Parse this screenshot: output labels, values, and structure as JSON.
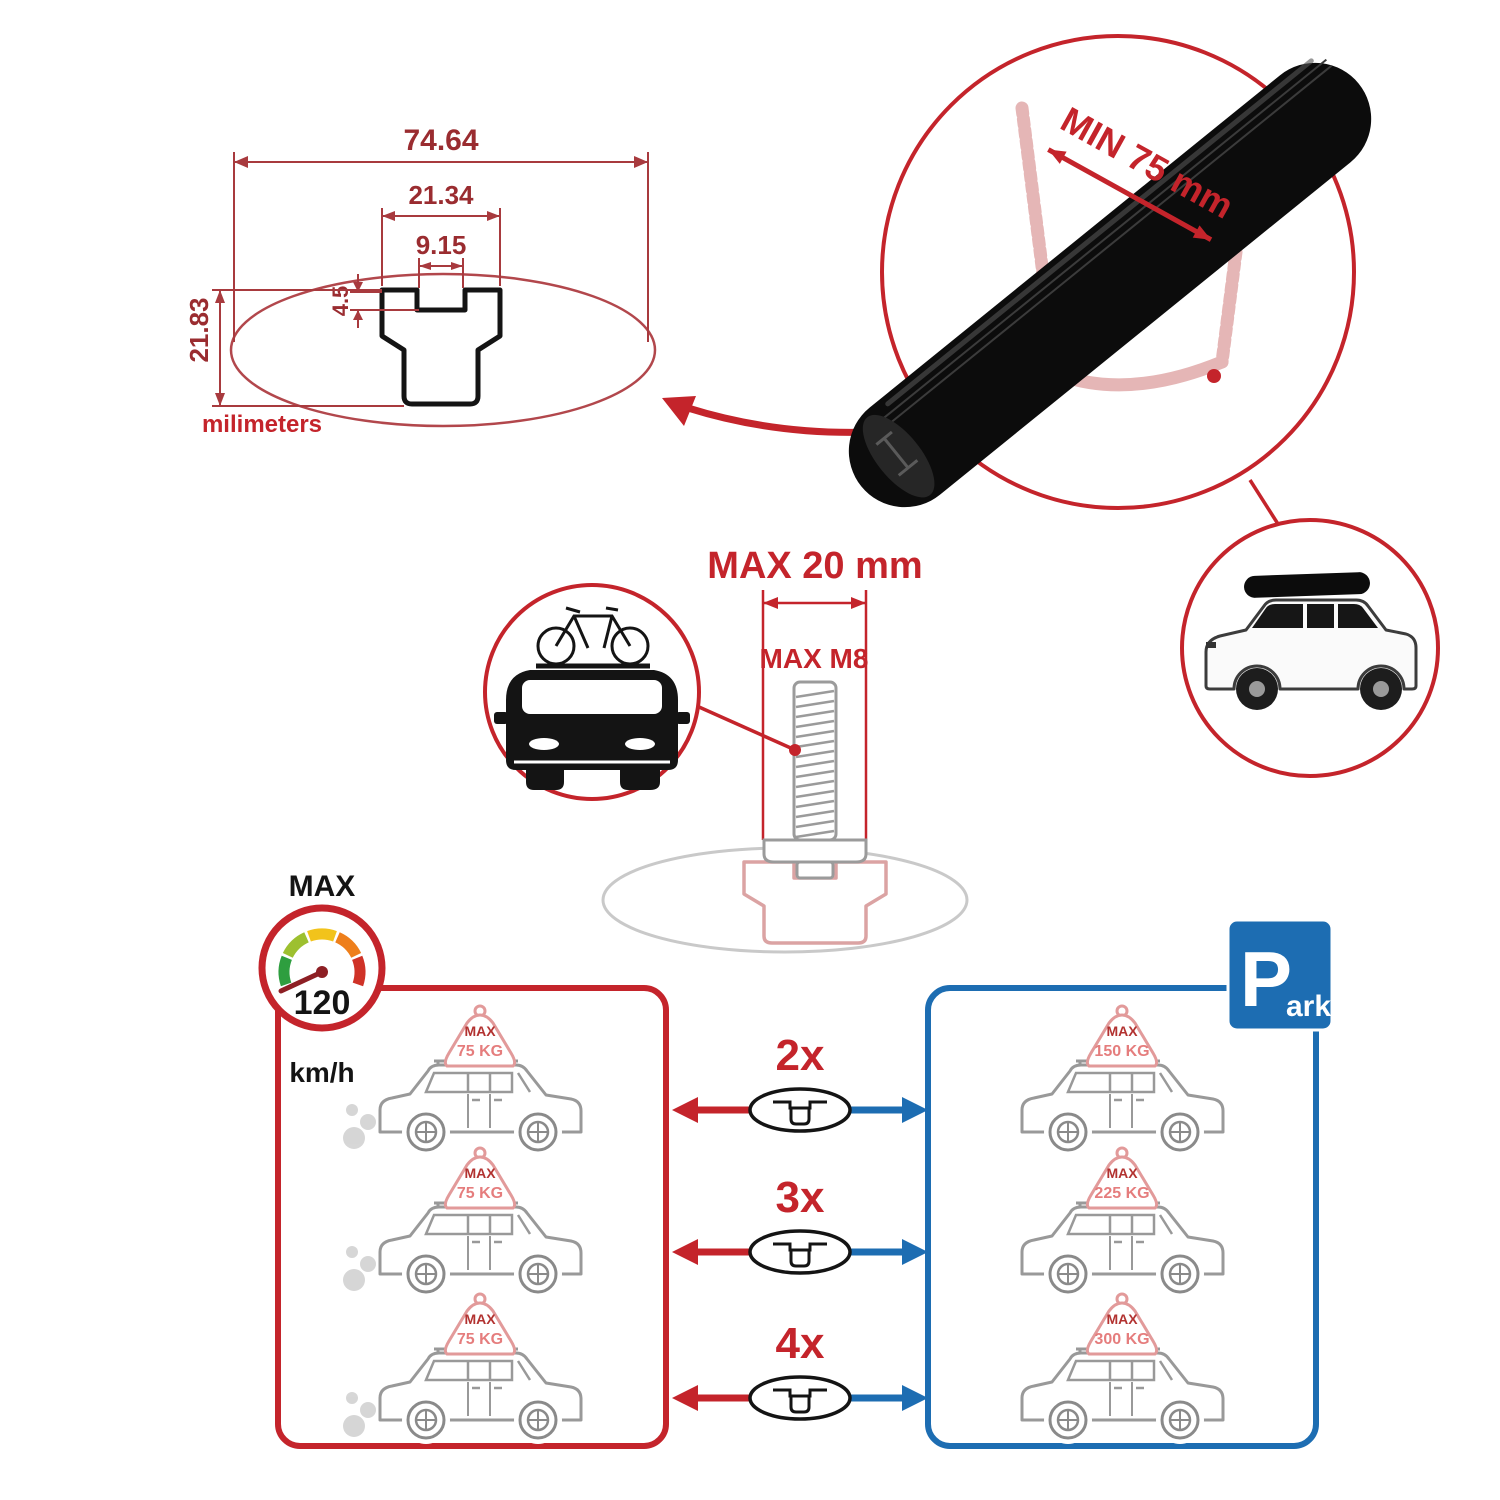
{
  "colors": {
    "red": "#c4242b",
    "blue": "#1d6db2",
    "pink": "#e29a9a",
    "dark": "#111111"
  },
  "cross_section": {
    "total_width": "74.64",
    "slot_outer_width": "21.34",
    "slot_opening_width": "9.15",
    "lip_depth": "4.5",
    "total_height": "21.83",
    "units_label": "milimeters"
  },
  "bar_closeup": {
    "min_spacing_label": "MIN 75 mm"
  },
  "bolt_spec": {
    "max_width_label": "MAX 20 mm",
    "max_thread_label": "MAX M8"
  },
  "speed_limit": {
    "heading": "MAX",
    "value": "120",
    "unit": "km/h"
  },
  "parking_sign": {
    "letter": "P",
    "rest": "ark"
  },
  "load_comparison": {
    "rows": [
      {
        "multiplier": "2x",
        "driving": {
          "label": "MAX",
          "weight": "75 KG"
        },
        "parked": {
          "label": "MAX",
          "weight": "150 KG"
        }
      },
      {
        "multiplier": "3x",
        "driving": {
          "label": "MAX",
          "weight": "75 KG"
        },
        "parked": {
          "label": "MAX",
          "weight": "225 KG"
        }
      },
      {
        "multiplier": "4x",
        "driving": {
          "label": "MAX",
          "weight": "75 KG"
        },
        "parked": {
          "label": "MAX",
          "weight": "300 KG"
        }
      }
    ]
  }
}
